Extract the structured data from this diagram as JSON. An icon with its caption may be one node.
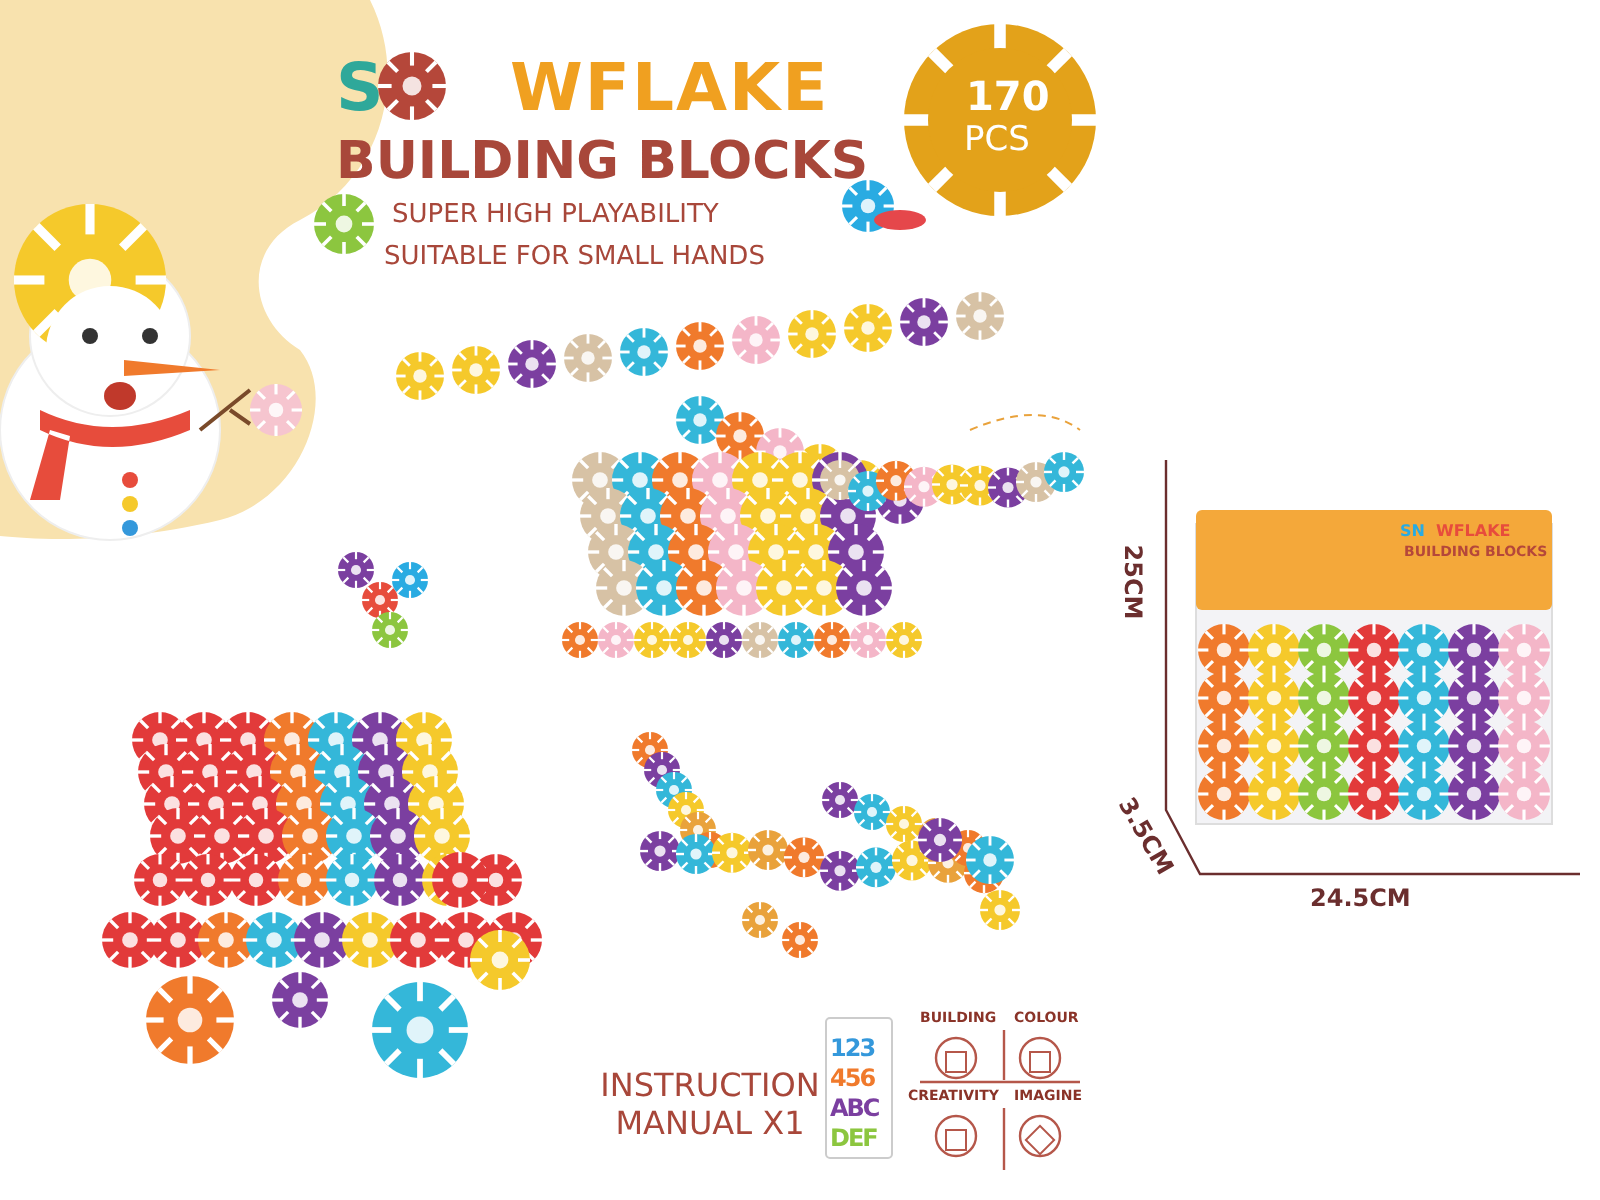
{
  "diagram": {
    "labels": [
      "S",
      "WFLAKE",
      "BUILDING BLOCKS",
      "SUPER HIGH PLAYABILITY",
      "SUITABLE FOR SMALL HANDS",
      "170",
      "PCS",
      "SN",
      "WFLAKE",
      "BUILDING BLOCKS",
      "25CM",
      "3.5CM",
      "24.5CM",
      "INSTRUCTION MANUAL X1",
      "123",
      "456",
      "ABC",
      "DEF",
      "BUILDING",
      "COLOUR",
      "CREATIVITY",
      "IMAGINE"
    ]
  }
}
